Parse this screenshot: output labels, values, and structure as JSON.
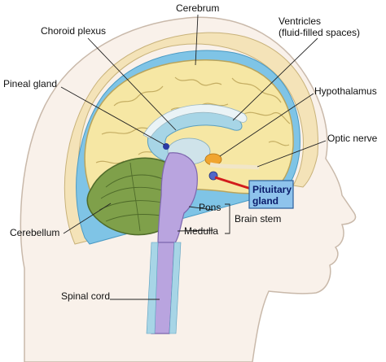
{
  "labels": {
    "cerebrum": "Cerebrum",
    "choroid_plexus": "Choroid plexus",
    "ventricles_line1": "Ventricles",
    "ventricles_line2": "(fluid-filled spaces)",
    "pineal_gland": "Pineal gland",
    "hypothalamus": "Hypothalamus",
    "optic_nerve": "Optic nerve",
    "pituitary_line1": "Pituitary",
    "pituitary_line2": "gland",
    "pons": "Pons",
    "brain_stem": "Brain stem",
    "medulla": "Medulla",
    "cerebellum": "Cerebellum",
    "spinal_cord": "Spinal cord"
  },
  "colors": {
    "cerebrum": "#f6e7a4",
    "cerebrum_outline": "#b9a45c",
    "cerebellum": "#7fa04a",
    "brain_stem": "#b9a4df",
    "csf": "#7fc4e6",
    "ventricle": "#a7d5e6",
    "skin": "#f9f1ea",
    "skull": "#f4e3b8",
    "highlight_box": "#8ec3ec",
    "pointer": "#d21c1c"
  }
}
